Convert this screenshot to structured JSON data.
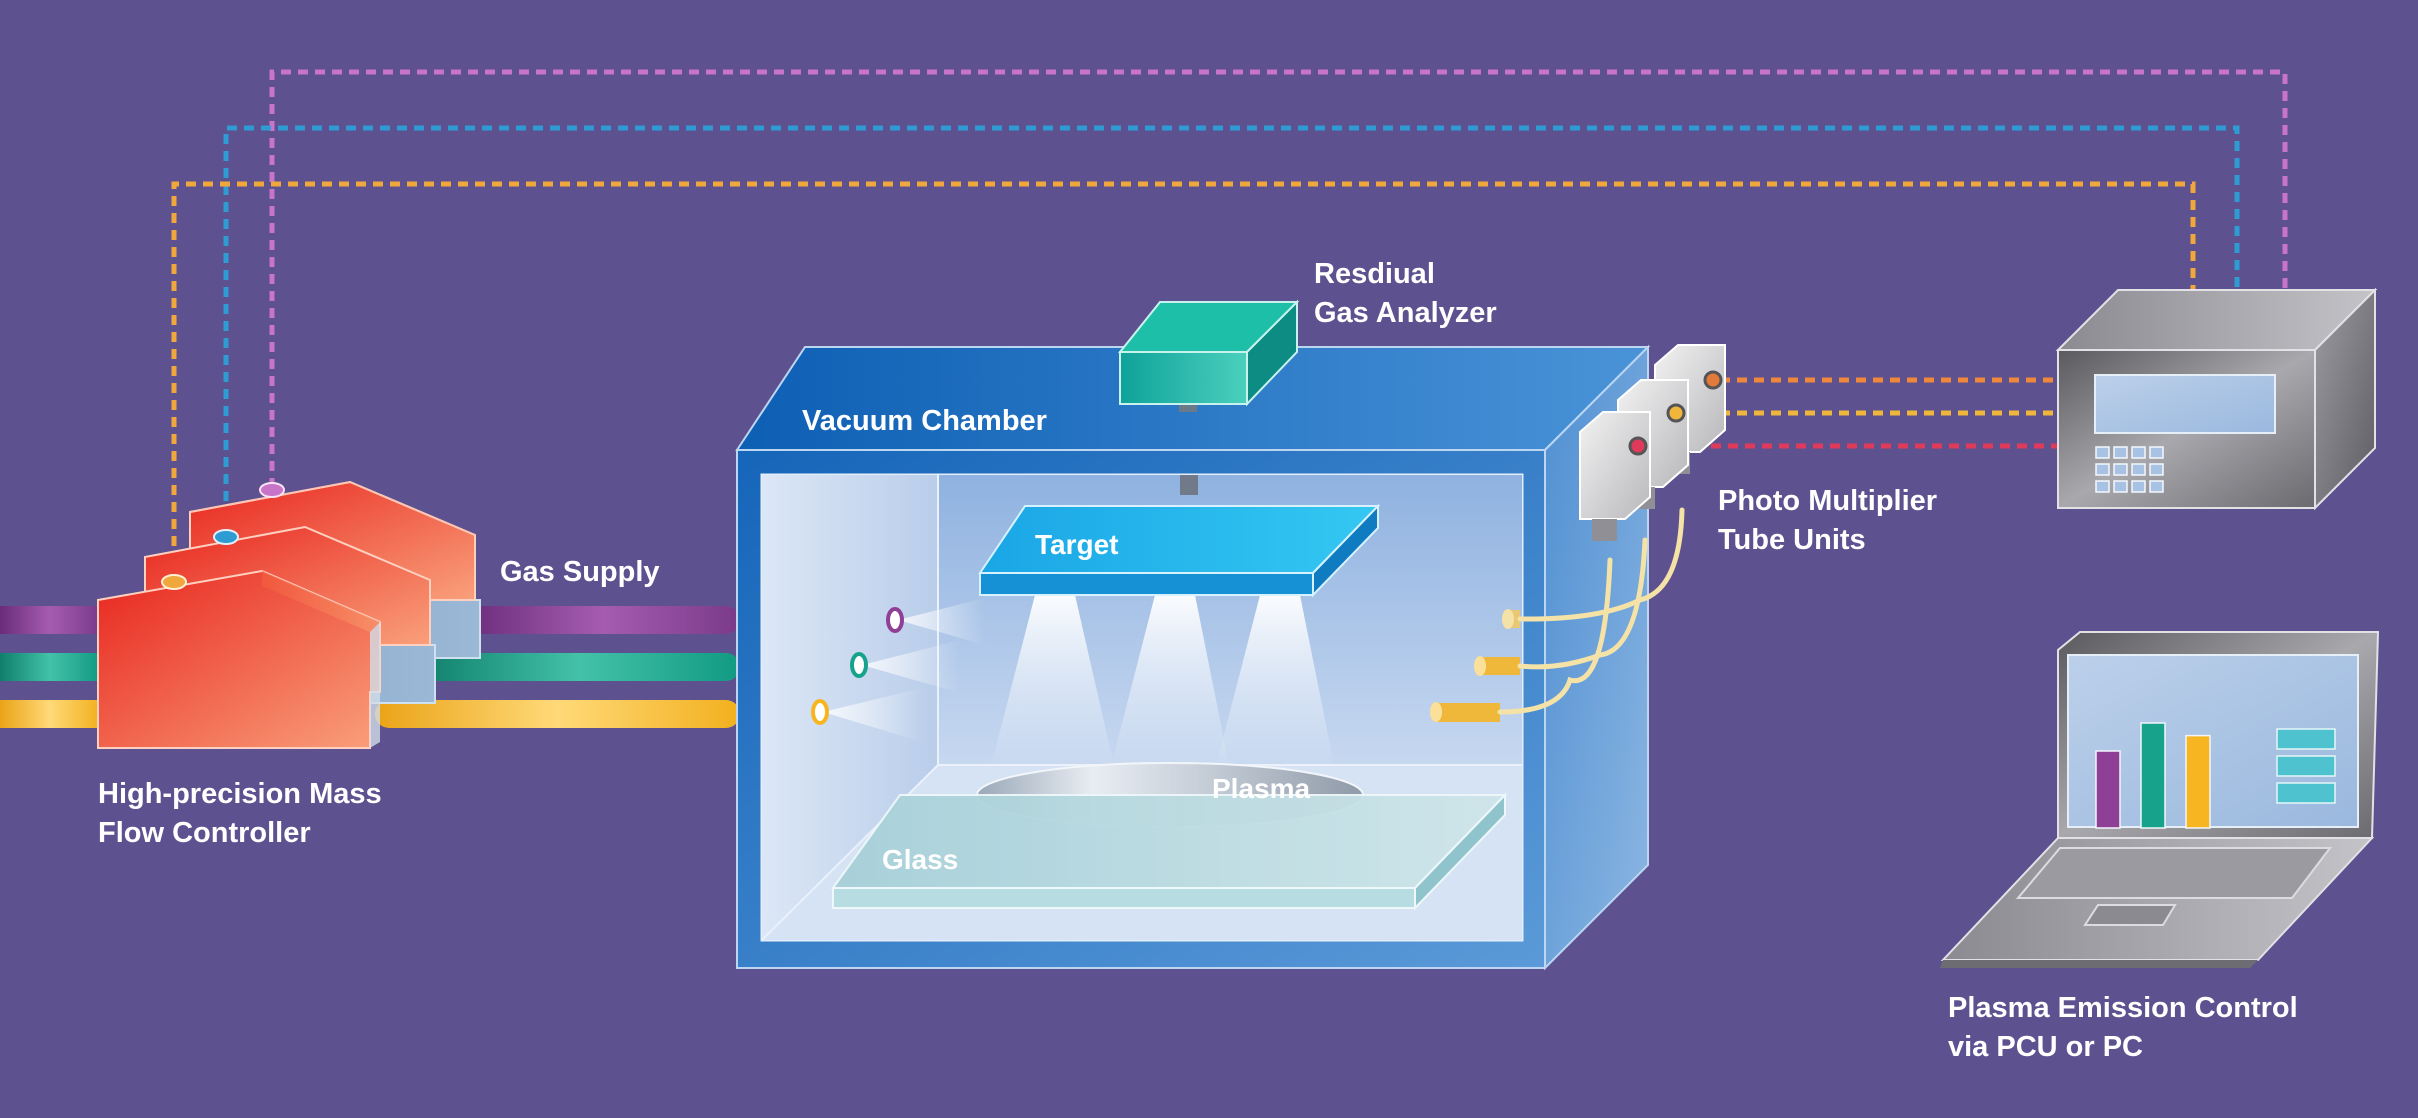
{
  "labels": {
    "mass_flow_controller": [
      "High-precision Mass",
      "Flow Controller"
    ],
    "gas_supply": "Gas Supply",
    "vacuum_chamber": "Vacuum Chamber",
    "residual_gas_analyzer": [
      "Resdiual",
      "Gas Analyzer"
    ],
    "target": "Target",
    "plasma": "Plasma",
    "glass": "Glass",
    "photo_multiplier": [
      "Photo Multiplier",
      "Tube Units"
    ],
    "plasma_emission_control": [
      "Plasma Emission Control",
      "via PCU or PC"
    ]
  },
  "colors": {
    "background": "#5d528f",
    "gas_purple": "#8e3f96",
    "gas_teal": "#17a38b",
    "gas_yellow": "#f7b521",
    "signal_pink": "#c874c8",
    "signal_blue": "#2f9bd3",
    "signal_orange": "#f0a73c",
    "signal_red": "#e03a5a",
    "chamber_blue": "#2d7fcf",
    "controller_red": "#ef4b36"
  },
  "icons": {
    "controller_keypad": "keypad-icon",
    "laptop": "laptop-icon",
    "pmt": "photomultiplier-icon"
  },
  "laptop_chart": {
    "bars": [
      {
        "level": 0.55,
        "color": "#8e3f96"
      },
      {
        "level": 0.75,
        "color": "#17a38b"
      },
      {
        "level": 0.66,
        "color": "#f7b521"
      }
    ]
  }
}
